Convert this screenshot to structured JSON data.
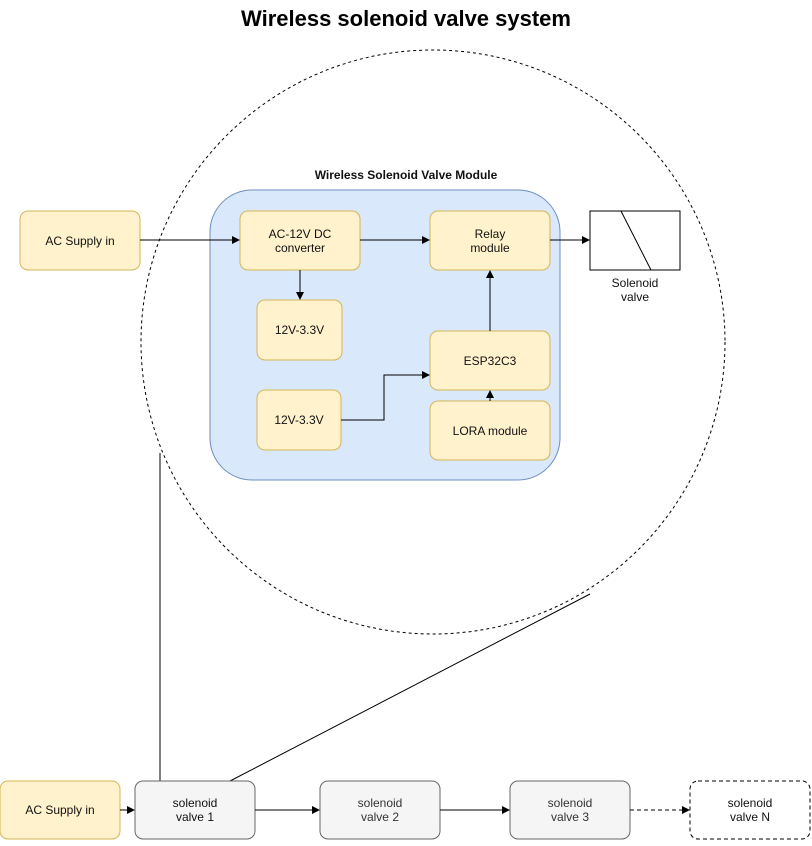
{
  "title": "Wireless solenoid valve system",
  "module": {
    "title": "Wireless Solenoid Valve Module",
    "ac_supply": "AC Supply in",
    "converter": "AC-12V DC\nconverter",
    "regulator_a": "12V-3.3V",
    "regulator_b": "12V-3.3V",
    "relay": "Relay\nmodule",
    "esp": "ESP32C3",
    "lora": "LORA module",
    "solenoid": "Solenoid\nvalve"
  },
  "chain": {
    "ac_supply": "AC Supply in",
    "valve1": "solenoid\nvalve 1",
    "valve2": "solenoid\nvalve 2",
    "valve3": "solenoid\nvalve 3",
    "valveN": "solenoid\nvalve N"
  },
  "colors": {
    "module_fill": "#dae8fc",
    "module_stroke": "#6c8ebf",
    "yellow_fill": "#fff2cc",
    "yellow_stroke": "#d6b656",
    "gray_fill": "#f5f5f5",
    "gray_stroke": "#666666"
  }
}
